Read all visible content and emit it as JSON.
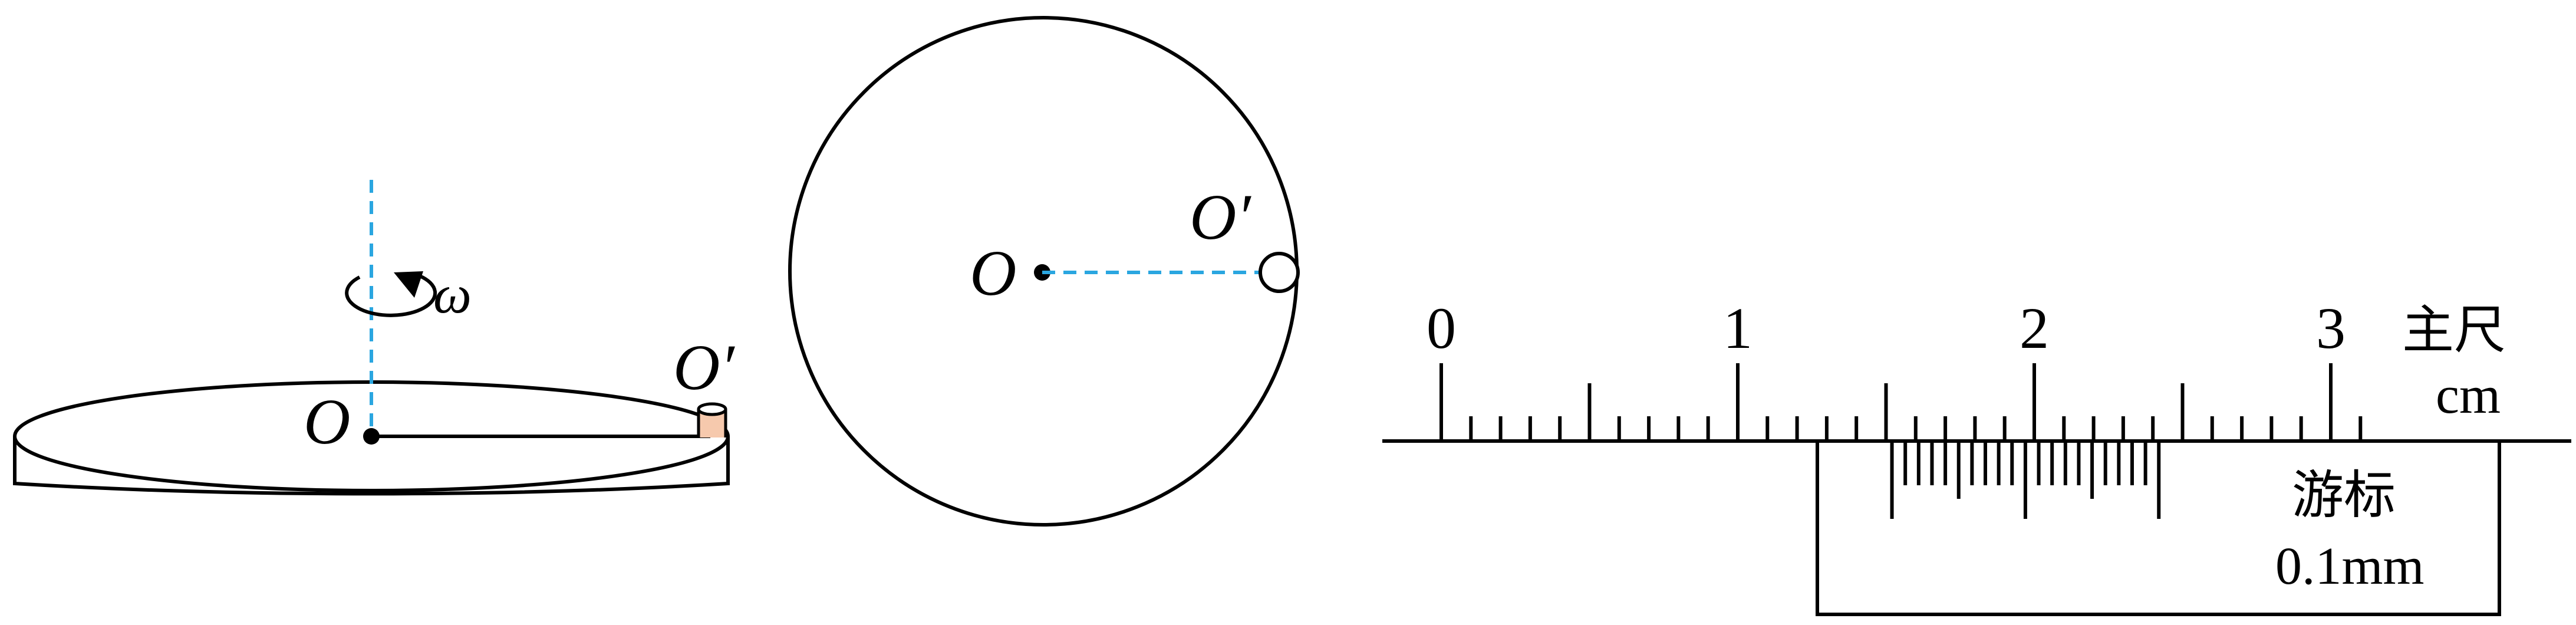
{
  "figure1": {
    "label_O": "O",
    "label_Oprime": "O′",
    "label_omega": "ω",
    "colors": {
      "axis": "#2aa6e0",
      "block_fill": "#f6c9ad",
      "ink": "#000000"
    }
  },
  "figure2": {
    "label_O": "O",
    "label_Oprime": "O′"
  },
  "caliper": {
    "main_scale_label": "主尺",
    "main_unit": "cm",
    "main_numbers": [
      "0",
      "1",
      "2",
      "3"
    ],
    "vernier_label": "游标",
    "vernier_precision": "0.1mm",
    "main_scale_mm_max": 31,
    "vernier_zero_mm": 15.2,
    "vernier_divisions": 10,
    "vernier_division_mm": 0.9
  }
}
